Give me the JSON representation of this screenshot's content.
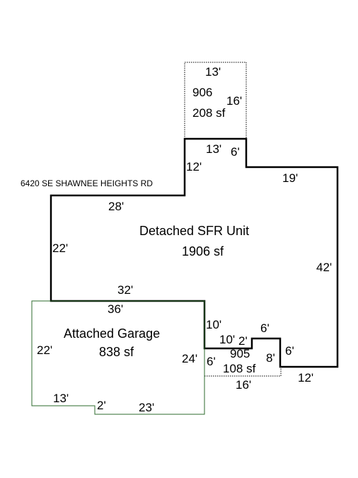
{
  "address": "6420 SE SHAWNEE HEIGHTS RD",
  "areas": {
    "porch": {
      "code": "906",
      "area": "208 sf"
    },
    "main": {
      "name": "Detached SFR Unit",
      "area": "1906 sf"
    },
    "garage": {
      "name": "Attached Garage",
      "area": "838 sf"
    },
    "patio": {
      "code": "905",
      "area": "108 sf"
    }
  },
  "dims": {
    "porch_top": "13'",
    "porch_side": "16'",
    "main_step_top": "13'",
    "main_step_down": "6'",
    "main_step_left": "12'",
    "main_right_top": "19'",
    "main_left_top": "28'",
    "main_left": "22'",
    "main_right": "42'",
    "main_bottom": "32'",
    "garage_top": "36'",
    "garage_left": "22'",
    "garage_right": "24'",
    "garage_bottom_left": "13'",
    "garage_notch": "2'",
    "garage_bottom_right": "23'",
    "main_notch_left_a": "10'",
    "main_notch_left_b": "10'",
    "notch_up": "2'",
    "notch_top": "6'",
    "patio_left": "6'",
    "patio_right": "8'",
    "patio_bottom": "16'",
    "main_bottom_right_vert": "6'",
    "main_bottom_right": "12'"
  },
  "colors": {
    "main_outline": "#000000",
    "porch_outline": "#000000",
    "garage_outline": "#2e6b2e",
    "patio_outline": "#000000"
  }
}
